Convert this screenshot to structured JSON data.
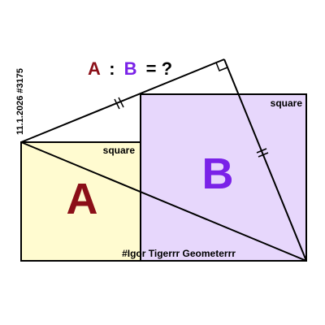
{
  "question": {
    "a": "A",
    "colon": ":",
    "b": "B",
    "eq": "= ?"
  },
  "labels": {
    "square_small": "square",
    "square_large": "square",
    "a": "A",
    "b": "B",
    "watermark": "#Igor Tigerrr Geometerrr",
    "date_id": "11.1.2026 #3175"
  },
  "colors": {
    "square_a_fill": "#FFFBD0",
    "square_b_fill": "#E7D7FC",
    "label_a": "#8B0F18",
    "label_b": "#7A22E8",
    "stroke": "#000000"
  }
}
